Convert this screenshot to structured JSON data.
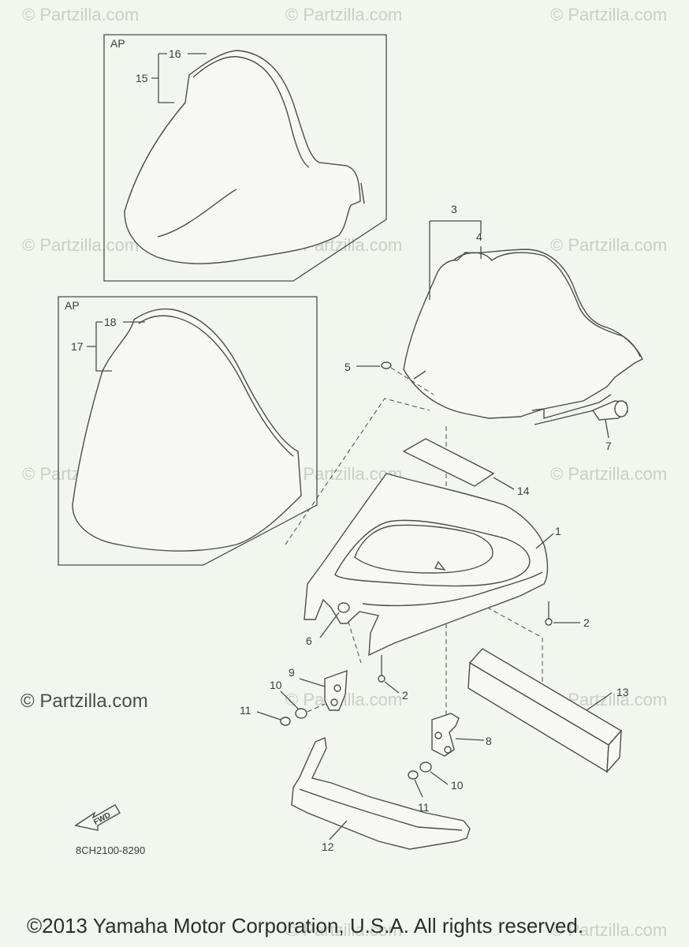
{
  "watermark": "© Partzilla.com",
  "inset_label": "AP",
  "diagram_code": "8CH2100-8290",
  "fwd_label": "FWD",
  "copyright": "©2013 Yamaha Motor Corporation, U.S.A. All rights reserved.",
  "callouts": {
    "c1": "1",
    "c2a": "2",
    "c2b": "2",
    "c3": "3",
    "c4": "4",
    "c5": "5",
    "c6": "6",
    "c7": "7",
    "c8": "8",
    "c9": "9",
    "c10a": "10",
    "c10b": "10",
    "c11a": "11",
    "c11b": "11",
    "c12": "12",
    "c13": "13",
    "c14": "14",
    "c15": "15",
    "c16": "16",
    "c17": "17",
    "c18": "18"
  }
}
